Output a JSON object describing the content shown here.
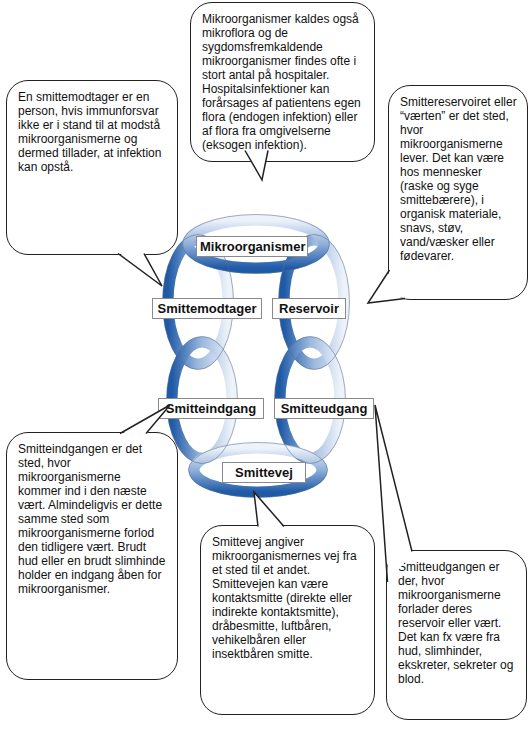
{
  "diagram": {
    "nodes": [
      {
        "text": [
          "Mikroorganismer kaldes også mikroflora og de sygdomsfremkaldende mikroorganismer findes ofte i stort antal på hospitaler. Hospitalsinfektioner kan forårsages af patientens egen flora (endogen infektion) eller af flora fra omgivelserne (eksogen infektion)."
        ]
      },
      {
        "text": [
          "En smittemodtager er en person, hvis immunforsvar ikke er i stand til at modstå mikroorganismerne og dermed tillader, at infektion kan opstå."
        ]
      },
      {
        "text": [
          "Smittereservoiret eller “værten” er det sted, hvor mikroorganismerne lever. Det kan være hos mennesker (raske og syge smittebærere), i organisk materiale, snavs, støv, vand/væsker eller fødevarer."
        ]
      },
      {
        "text": [
          "Mikroorganismer"
        ]
      },
      {
        "text": [
          "Smittemodtager"
        ]
      },
      {
        "text": [
          "Reservoir"
        ]
      },
      {
        "text": [
          "Smitteindgang"
        ]
      },
      {
        "text": [
          "Smitteudgang"
        ]
      },
      {
        "text": [
          "Smitteindgangen er det sted, hvor mikroorganismerne kommer ind i den næste vært. Almindeligvis er dette samme sted som mikroorganismerne forlod den tidligere vært. Brudt hud eller en brudt slimhinde holder en indgang åben for mikroorganismer."
        ]
      },
      {
        "text": [
          "Smittevej"
        ]
      },
      {
        "text": [
          "Smittevej angiver mikroorganismernes vej fra et sted til et andet. Smittevejen kan være kontaktsmitte (direkte eller indirekte kontaktsmitte), dråbesmitte, luftbåren, vehikelbåren eller insektbåren smitte."
        ]
      },
      {
        "text": [
          "Smitteudgangen er der, hvor mikroorganismerne forlader deres reservoir eller vært. Det kan fx være fra hud, slimhinder, ekskreter, sekreter og blod."
        ]
      }
    ]
  }
}
